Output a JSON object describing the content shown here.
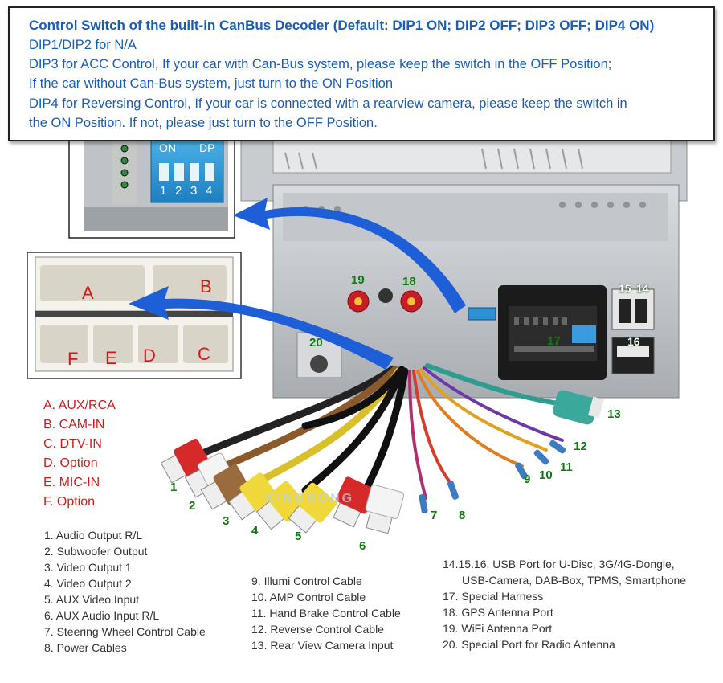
{
  "info": {
    "title": "Control Switch of the built-in CanBus Decoder (Default: DIP1 ON; DIP2 OFF; DIP3 OFF; DIP4 ON)",
    "lines": [
      "DIP1/DIP2 for N/A",
      "DIP3 for ACC Control, If your car with Can-Bus system, please keep the switch in the OFF Position;",
      "If the car without Can-Bus system, just turn to the ON Position",
      "DIP4 for Reversing Control, If your car is connected with a rearview camera, please keep the switch in",
      "the ON Position. If not, please just turn to the OFF Position."
    ]
  },
  "dip": {
    "on": "ON",
    "dp": "DP",
    "n1": "1",
    "n2": "2",
    "n3": "3",
    "n4": "4"
  },
  "connector_letters": {
    "a": "A",
    "b": "B",
    "c": "C",
    "d": "D",
    "e": "E",
    "f": "F"
  },
  "callouts": {
    "n1": "1",
    "n2": "2",
    "n3": "3",
    "n4": "4",
    "n5": "5",
    "n6": "6",
    "n7": "7",
    "n8": "8",
    "n9": "9",
    "n10": "10",
    "n11": "11",
    "n12": "12",
    "n13": "13",
    "n14": "14",
    "n15": "15",
    "n16": "16",
    "n17": "17",
    "n18": "18",
    "n19": "19",
    "n20": "20"
  },
  "harness_letters": [
    "A. AUX/RCA",
    "B. CAM-IN",
    "C. DTV-IN",
    "D. Option",
    "E. MIC-IN",
    "F. Option"
  ],
  "legend_col1": [
    "1. Audio Output R/L",
    "2. Subwoofer Output",
    "3. Video Output 1",
    "4. Video Output 2",
    "5. AUX Video Input",
    "6. AUX Audio Input R/L",
    "7. Steering Wheel Control Cable",
    "8. Power Cables"
  ],
  "legend_col2": [
    "9. Illumi Control Cable",
    "10. AMP Control Cable",
    "11. Hand Brake Control Cable",
    "12. Reverse Control Cable",
    "13. Rear View Camera Input"
  ],
  "legend_col3": [
    "14.15.16. USB Port for U-Disc, 3G/4G-Dongle,",
    "USB-Camera, DAB-Box, TPMS, Smartphone",
    "17. Special Harness",
    "18. GPS Antenna Port",
    "19. WiFi Antenna Port",
    "20. Special Port for Radio Antenna"
  ],
  "watermark": "KINGSONG",
  "colors": {
    "info_text": "#1a5db4",
    "letter_red": "#c81e1e",
    "callout_green": "#117a11",
    "arrow_blue": "#1e5fd8",
    "dip_blue": "#2b8fd0"
  }
}
